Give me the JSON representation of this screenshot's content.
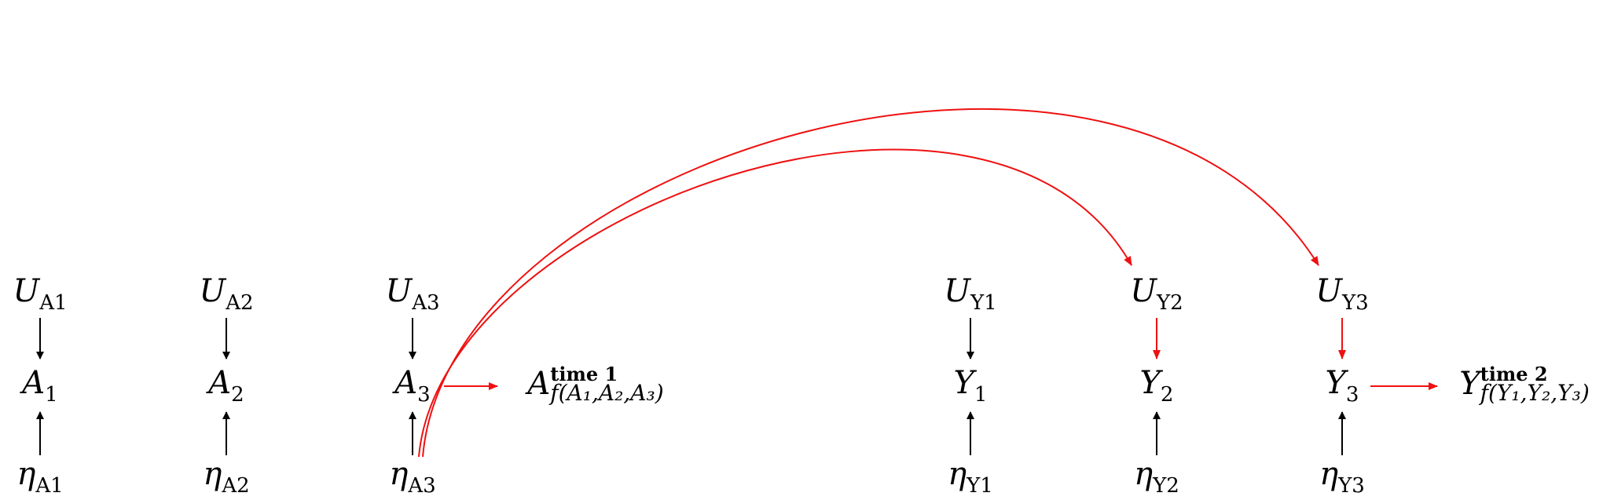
{
  "nodes": {
    "ua1": {
      "var": "U",
      "sub": "A1"
    },
    "ua2": {
      "var": "U",
      "sub": "A2"
    },
    "ua3": {
      "var": "U",
      "sub": "A3"
    },
    "uy1": {
      "var": "U",
      "sub": "Y1"
    },
    "uy2": {
      "var": "U",
      "sub": "Y2"
    },
    "uy3": {
      "var": "U",
      "sub": "Y3"
    },
    "a1": {
      "var": "A",
      "sub": "1"
    },
    "a2": {
      "var": "A",
      "sub": "2"
    },
    "a3": {
      "var": "A",
      "sub": "3"
    },
    "y1": {
      "var": "Y",
      "sub": "1"
    },
    "y2": {
      "var": "Y",
      "sub": "2"
    },
    "y3": {
      "var": "Y",
      "sub": "3"
    },
    "ea1": {
      "var": "η",
      "sub": "A1"
    },
    "ea2": {
      "var": "η",
      "sub": "A2"
    },
    "ea3": {
      "var": "η",
      "sub": "A3"
    },
    "ey1": {
      "var": "η",
      "sub": "Y1"
    },
    "ey2": {
      "var": "η",
      "sub": "Y2"
    },
    "ey3": {
      "var": "η",
      "sub": "Y3"
    },
    "at1": {
      "var": "A",
      "sup": "time 1",
      "sub": "f(A₁,A₂,A₃)"
    },
    "yt2": {
      "var": "Y",
      "sup": "time 2",
      "sub": "f(Y₁,Y₂,Y₃)"
    }
  },
  "colors": {
    "black": "#000000",
    "red": "#ee1111"
  }
}
